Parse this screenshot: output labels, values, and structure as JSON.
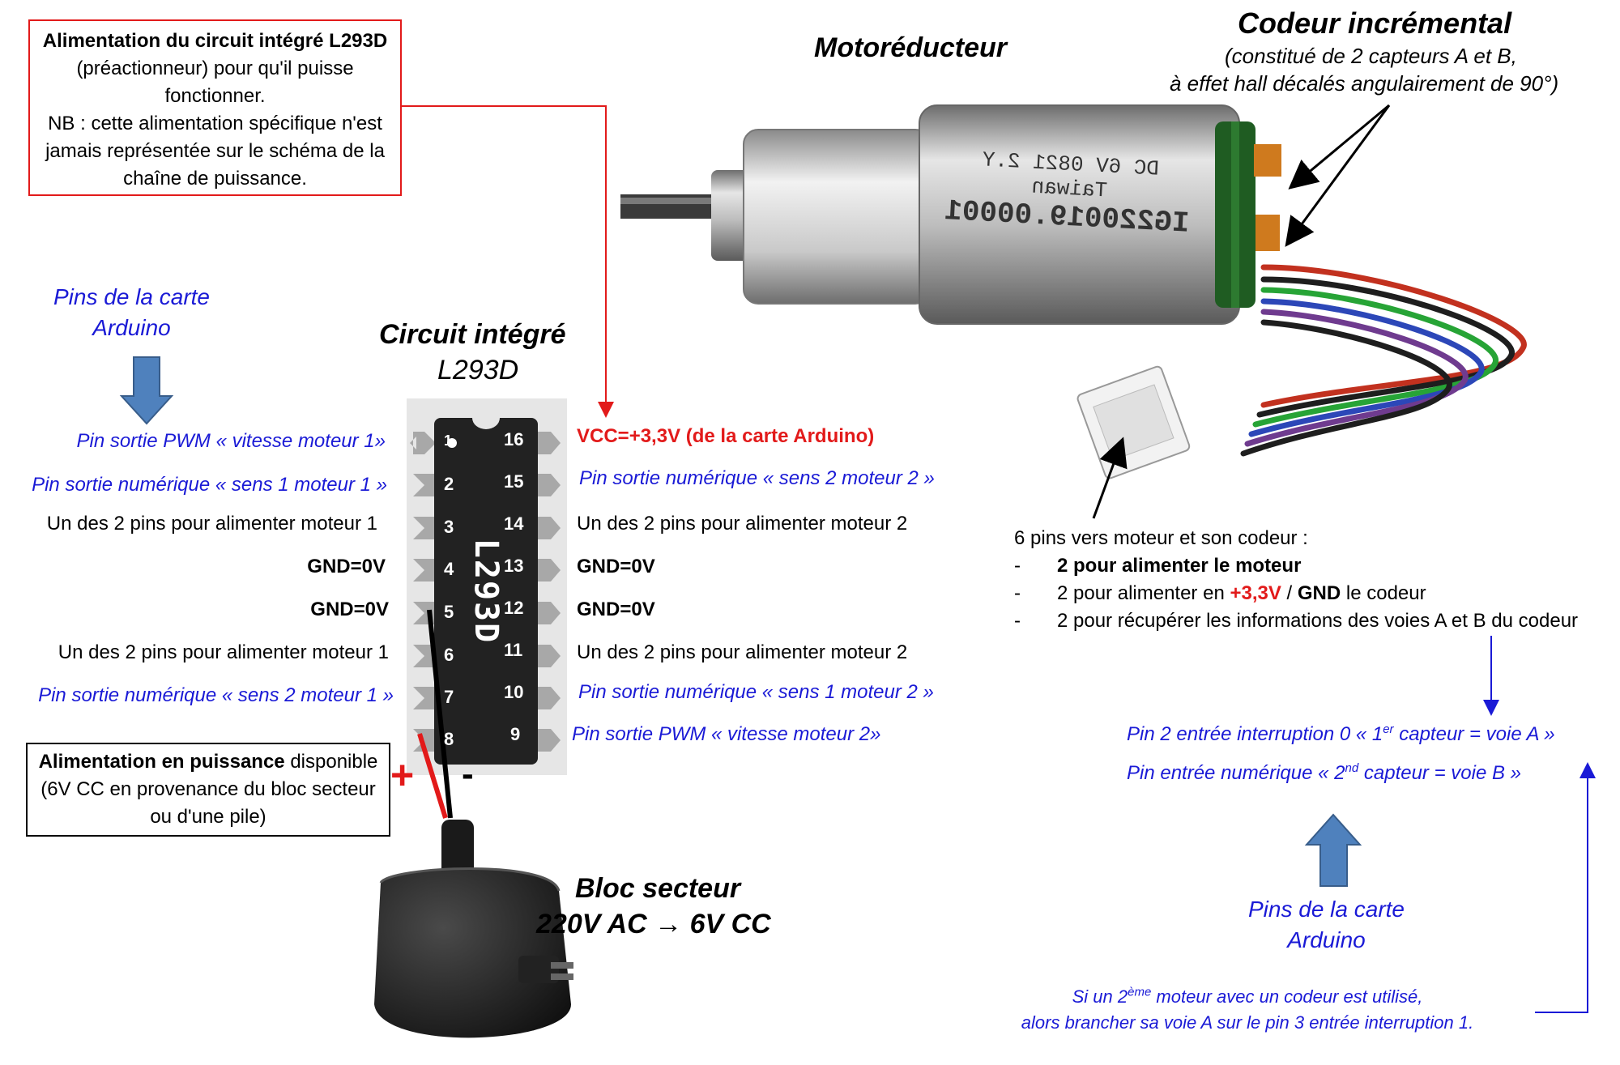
{
  "notes": {
    "alim_l293d": {
      "title": "Alimentation du circuit intégré L293D",
      "line1": "(préactionneur) pour qu'il puisse",
      "line2": "fonctionner.",
      "line3": "NB : cette alimentation spécifique n'est",
      "line4": "jamais représentée sur le schéma de la",
      "line5": "chaîne de puissance."
    },
    "alim_puissance": {
      "bold": "Alimentation en puissance",
      "rest": " disponible",
      "line2": "(6V CC en provenance du bloc secteur",
      "line3": "ou d'une pile)"
    }
  },
  "titles": {
    "motoreducteur": "Motoréducteur",
    "codeur": "Codeur incrémental",
    "codeur_sub1": "(constitué de 2 capteurs A et B,",
    "codeur_sub2": "à effet hall décalés angulairement de 90°)",
    "circuit1": "Circuit intégré",
    "circuit2": "L293D",
    "bloc1": "Bloc secteur",
    "bloc2": "220V AC → 6V CC"
  },
  "arduino_left": {
    "line1": "Pins de la carte",
    "line2": "Arduino"
  },
  "arduino_right": {
    "line1": "Pins de la carte",
    "line2": "Arduino"
  },
  "chip": {
    "marking": "L293D",
    "pins_left": [
      "1",
      "2",
      "3",
      "4",
      "5",
      "6",
      "7",
      "8"
    ],
    "pins_right": [
      "16",
      "15",
      "14",
      "13",
      "12",
      "11",
      "10",
      "9"
    ]
  },
  "labels_left": [
    "Pin sortie PWM « vitesse moteur 1»",
    "Pin sortie numérique « sens 1 moteur 1 »",
    "Un des 2 pins pour alimenter moteur 1",
    "GND=0V",
    "GND=0V",
    "Un des 2 pins pour alimenter moteur 1",
    "Pin sortie numérique « sens 2 moteur 1 »"
  ],
  "labels_right": [
    "VCC=+3,3V (de la carte Arduino)",
    "Pin sortie numérique « sens 2 moteur 2 »",
    "Un des 2 pins pour alimenter moteur 2",
    "GND=0V",
    "GND=0V",
    "Un des 2 pins pour alimenter moteur 2",
    "Pin sortie numérique « sens 1 moteur 2 »",
    "Pin sortie PWM « vitesse moteur 2»"
  ],
  "polarity": {
    "plus": "+",
    "minus": "-"
  },
  "motor_marking": {
    "line1": "DC 6V 0821 2.Y  Taiwan",
    "line2": "IG220019.00001"
  },
  "six_pins": {
    "intro": "6 pins vers moteur et son codeur :",
    "dash": "-",
    "item1": "2 pour alimenter le moteur",
    "item2_a": "2 pour alimenter en ",
    "item2_red": "+3,3V",
    "item2_sep": " / ",
    "item2_gnd": "GND",
    "item2_end": " le codeur",
    "item3": "2 pour récupérer les informations des voies A et B du codeur"
  },
  "interrupt": {
    "line1_a": "Pin 2 entrée interruption 0 « 1",
    "line1_sup": "er",
    "line1_b": " capteur = voie A »",
    "line2_a": "Pin entrée numérique « 2",
    "line2_sup": "nd",
    "line2_b": " capteur = voie B »"
  },
  "second_motor": {
    "line1_a": "Si un 2",
    "line1_sup": "ème",
    "line1_b": " moteur avec un codeur est utilisé,",
    "line2": "alors brancher sa voie A sur  le pin 3 entrée interruption 1."
  },
  "colors": {
    "red": "#e21a1a",
    "blue": "#1a1ad6",
    "arrow_fill": "#4f81bd",
    "arrow_stroke": "#385d8a"
  }
}
